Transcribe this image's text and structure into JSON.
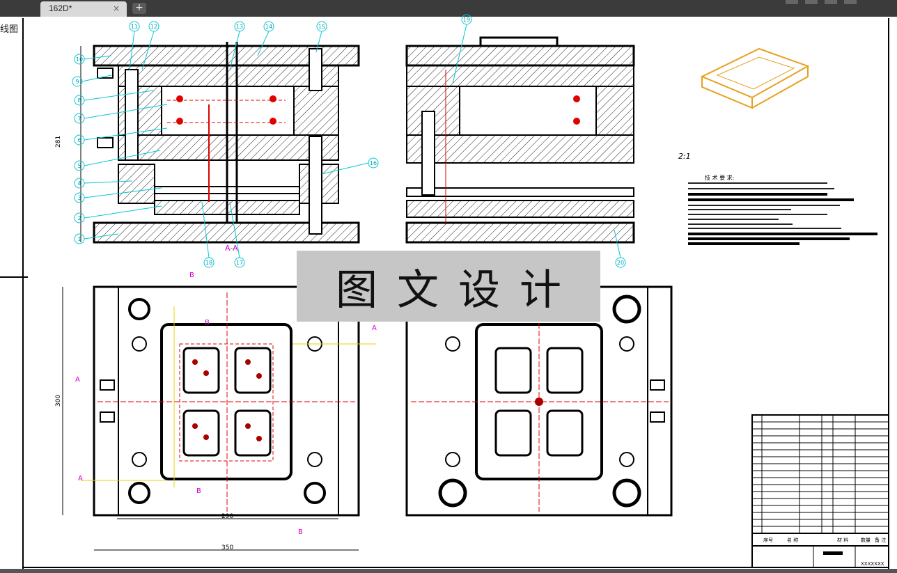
{
  "tab": {
    "title": "162D*",
    "close": "×",
    "add": "+"
  },
  "side_label": "线图",
  "watermark": "图文设计",
  "callouts": [
    "1",
    "2",
    "3",
    "4",
    "5",
    "6",
    "7",
    "8",
    "9",
    "10",
    "11",
    "12",
    "13",
    "14",
    "15",
    "16",
    "17",
    "18",
    "19",
    "20"
  ],
  "section_label": "A-A",
  "section_markers": [
    "A",
    "B"
  ],
  "dims": {
    "height": "281",
    "width_total": "350",
    "width_inner": "290",
    "plan_height": "300",
    "scale_note": "2:1"
  },
  "tech_title": "技 术 要 求:",
  "title_block": {
    "drawing_no": "XXXXXXX",
    "headers": [
      "序号",
      "名 称",
      "材 料",
      "数量",
      "备 注"
    ]
  },
  "colors": {
    "callout": "#00c8d0",
    "red": "#e00000",
    "magenta": "#d000d0",
    "yellow": "#e8d000",
    "part3d": "#e8a020"
  }
}
